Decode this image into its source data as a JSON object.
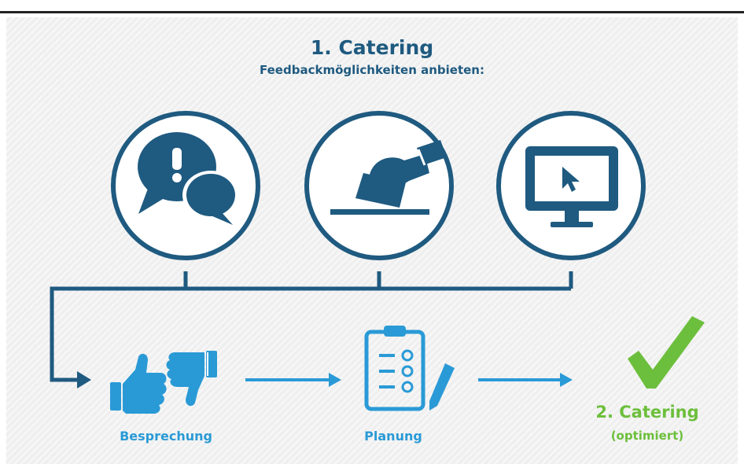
{
  "header": {
    "title": "1. Catering",
    "subtitle": "Feedbackmöglichkeiten anbieten:"
  },
  "feedback_icons": [
    {
      "icon": "speech-bubbles-icon"
    },
    {
      "icon": "ballot-box-icon"
    },
    {
      "icon": "computer-monitor-icon"
    }
  ],
  "steps": {
    "discussion": "Besprechung",
    "planning": "Planung",
    "result_title": "2. Catering",
    "result_subtitle": "(optimiert)"
  },
  "colors": {
    "dark_blue": "#1f5a80",
    "light_blue": "#2a9ad6",
    "green": "#6cbf3c"
  }
}
